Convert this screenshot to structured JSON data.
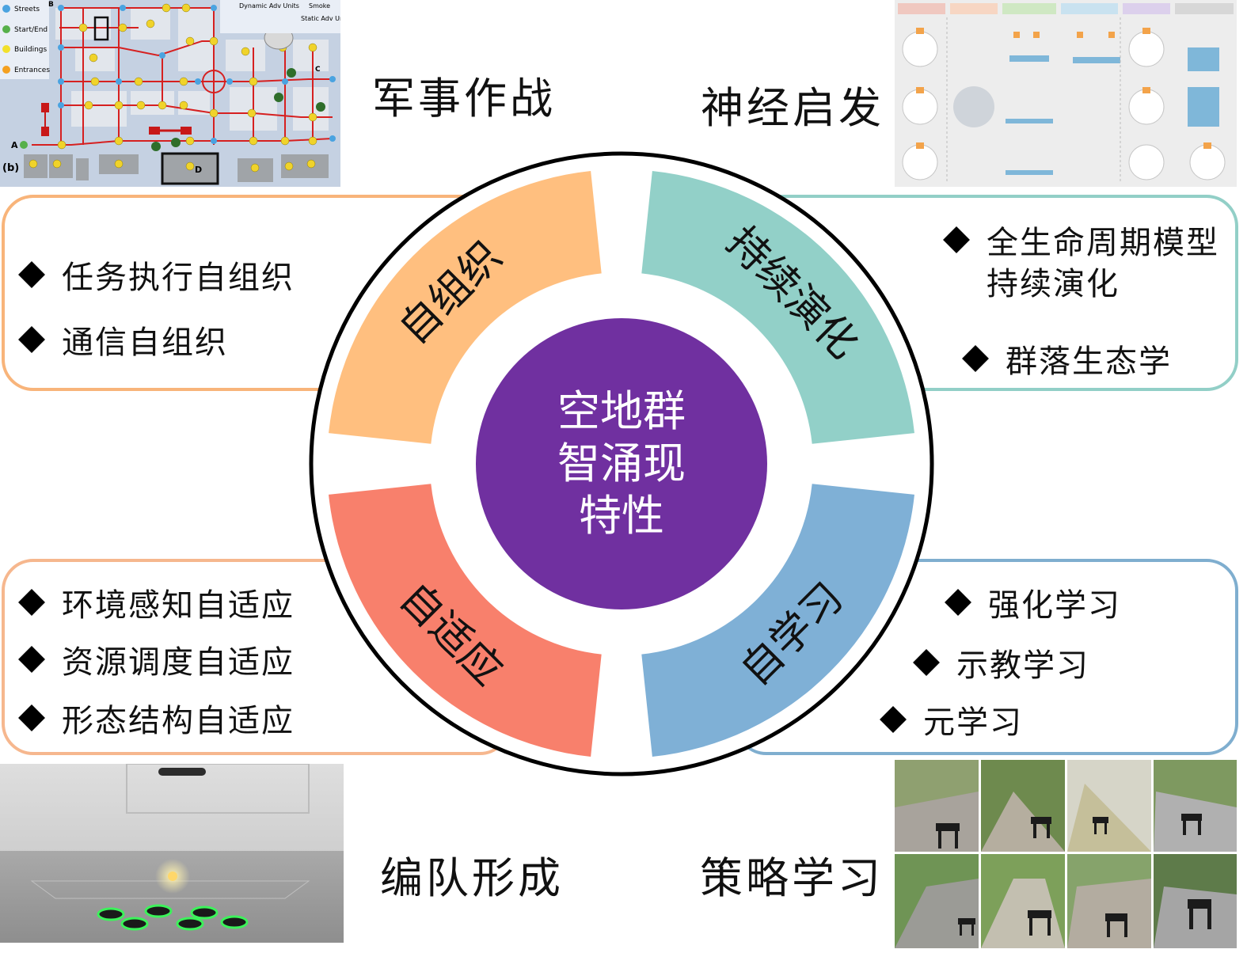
{
  "corner_labels": {
    "top_left": "军事作战",
    "top_right": "神经启发",
    "bottom_left": "编队形成",
    "bottom_right": "策略学习"
  },
  "center": {
    "line1": "空地群",
    "line2": "智涌现",
    "line3": "特性",
    "color": "#7030A0"
  },
  "segments": {
    "self_organizing": {
      "label": "自组织",
      "color": "#FFBF7F",
      "border": "#F8B47A"
    },
    "continuous_evolution": {
      "label": "持续演化",
      "color": "#92D0C8",
      "border": "#92CFC7"
    },
    "self_adaptive": {
      "label": "自适应",
      "color": "#F8806C",
      "border": "#F6B78E"
    },
    "self_learning": {
      "label": "自学习",
      "color": "#7FB0D6",
      "border": "#7FAECF"
    }
  },
  "panels": {
    "self_organizing": {
      "items": [
        "任务执行自组织",
        "通信自组织"
      ]
    },
    "continuous_evolution": {
      "items": [
        "全生命周期模型",
        "持续演化",
        "群落生态学"
      ]
    },
    "self_adaptive": {
      "items": [
        "环境感知自适应",
        "资源调度自适应",
        "形态结构自适应"
      ]
    },
    "self_learning": {
      "items": [
        "强化学习",
        "示教学习",
        "元学习"
      ]
    }
  },
  "map_legend": {
    "streets": "Streets",
    "start_end": "Start/End",
    "buildings": "Buildings",
    "entrances": "Entrances",
    "dynamic": "Dynamic Adv Units",
    "smoke": "Smoke",
    "static": "Static Adv Units",
    "panel_tag": "(b)"
  },
  "map_nodes": [
    "A",
    "B",
    "C",
    "D"
  ]
}
